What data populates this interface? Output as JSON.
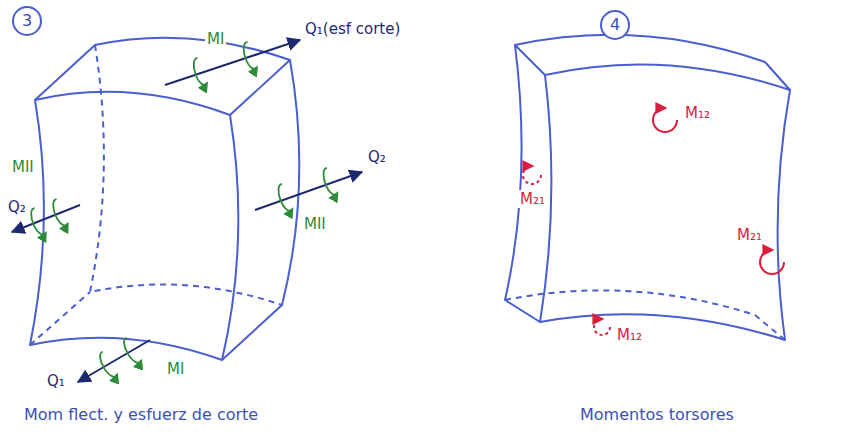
{
  "diagram": {
    "nodes": [
      {
        "text": [
          "3"
        ]
      },
      {
        "text": [
          "4"
        ]
      }
    ],
    "labels": [
      "MI",
      "Q₁(esf corte)",
      "MII",
      "Q₂",
      "Q₂",
      "MII",
      "Q₁",
      "MI",
      "Mom flect. y esfuerz de corte",
      "M₁₂",
      "M₂₁",
      "M₂₁",
      "M₁₂",
      "Momentos torsores"
    ]
  }
}
